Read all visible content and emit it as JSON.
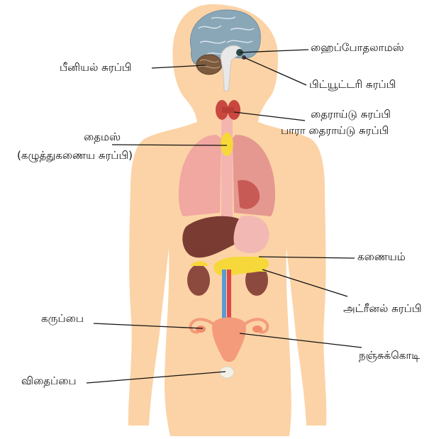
{
  "labels": {
    "hypothalamus": "ஹைப்போதலாமஸ்",
    "pineal": "பீனியல் சுரப்பி",
    "pituitary": "பிட்யூட்டரி சுரப்பி",
    "thyroid": "தைராய்டு சுரப்பி",
    "parathyroid": "பாரா தைராய்டு சுரப்பி",
    "thymus_1": "தைமஸ்",
    "thymus_2": "(கழுத்துகணைய சுரப்பி)",
    "pancreas": "கணையம்",
    "adrenal": "அட்ரீனல் சுரப்பி",
    "uterus": "கருப்பை",
    "ovary": "நஞ்சுக்கொடி",
    "testis": "விதைப்பை"
  },
  "colors": {
    "skin": "#fcd3a6",
    "brain": "#8aa7b8",
    "liver": "#7a3b33",
    "lung": "#f0a8a0",
    "gland_yellow": "#f6d83a",
    "thyroid": "#c9473f",
    "reproductive": "#f39b7a",
    "aorta": "#e04848",
    "vena": "#5a9bd5"
  }
}
